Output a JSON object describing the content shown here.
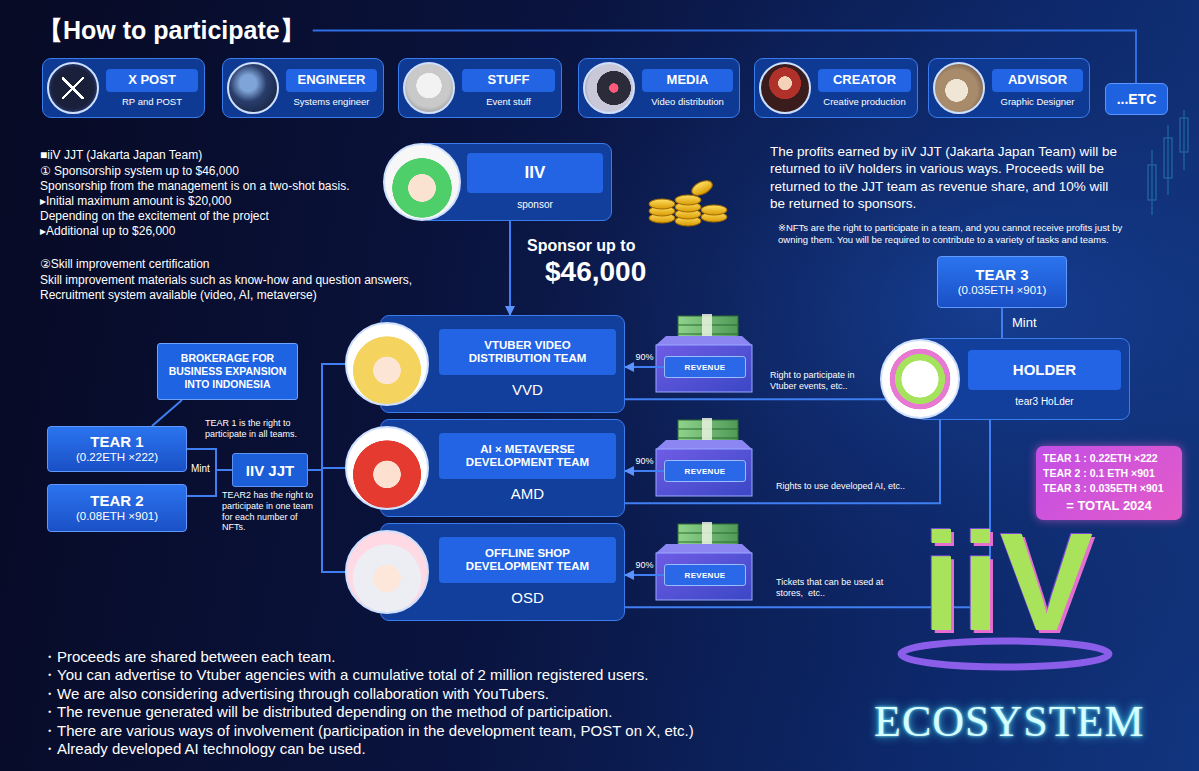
{
  "diagram": {
    "title": "【How to participate】",
    "nodes": [
      {
        "text": [
          "X POST",
          "RP and POST"
        ]
      },
      {
        "text": [
          "ENGINEER",
          "Systems engineer"
        ]
      },
      {
        "text": [
          "STUFF",
          "Event stuff"
        ]
      },
      {
        "text": [
          "MEDIA",
          "Video distribution"
        ]
      },
      {
        "text": [
          "CREATOR",
          "Creative production"
        ]
      },
      {
        "text": [
          "ADVISOR",
          "Graphic Designer"
        ]
      },
      {
        "text": [
          "...ETC"
        ]
      },
      {
        "text": [
          "IIV",
          "sponsor"
        ]
      },
      {
        "text": [
          "TEAR 3",
          "(0.035ETH ×901)"
        ]
      },
      {
        "text": [
          "HOLDER",
          "tear3 HoLder"
        ]
      },
      {
        "text": [
          "BROKERAGE FOR BUSINESS EXPANSION INTO INDONESIA"
        ]
      },
      {
        "text": [
          "TEAR 1",
          "(0.22ETH ×222)"
        ]
      },
      {
        "text": [
          "TEAR 2",
          "(0.08ETH ×901)"
        ]
      },
      {
        "text": [
          "IIV JJT"
        ]
      },
      {
        "text": [
          "VTUBER VIDEO DISTRIBUTION TEAM",
          "VVD"
        ]
      },
      {
        "text": [
          "REVENUE"
        ]
      },
      {
        "text": [
          "AI × METAVERSE DEVELOPMENT TEAM",
          "AMD"
        ]
      },
      {
        "text": [
          "REVENUE"
        ]
      },
      {
        "text": [
          "OFFLINE SHOP DEVELOPMENT TEAM",
          "OSD"
        ]
      },
      {
        "text": [
          "REVENUE"
        ]
      },
      {
        "text": [
          "TEAR 1 : 0.22ETH ×222",
          "TEAR 2 : 0.1 ETH ×901",
          "TEAR 3 : 0.035ETH ×901",
          "= TOTAL 2024"
        ]
      }
    ],
    "edges": [
      {
        "from": 7,
        "to": 14,
        "arrow": "to"
      },
      {
        "from": 11,
        "to": 13,
        "arrow": "none"
      },
      {
        "from": 12,
        "to": 13,
        "arrow": "none"
      },
      {
        "from": 10,
        "to": 11,
        "arrow": "none"
      },
      {
        "from": 13,
        "to": 14,
        "arrow": "none"
      },
      {
        "from": 13,
        "to": 16,
        "arrow": "none"
      },
      {
        "from": 13,
        "to": 18,
        "arrow": "none"
      },
      {
        "from": 15,
        "to": 14,
        "label": "90%",
        "arrow": "to"
      },
      {
        "from": 17,
        "to": 16,
        "label": "90%",
        "arrow": "to"
      },
      {
        "from": 19,
        "to": 18,
        "label": "90%",
        "arrow": "to"
      },
      {
        "from": 14,
        "to": 9,
        "label": "Right to participate in Vtuber events, etc..",
        "arrow": "none"
      },
      {
        "from": 16,
        "to": 9,
        "label": "Rights to use developed AI, etc..",
        "arrow": "none"
      },
      {
        "from": 18,
        "to": 9,
        "label": "Tickets that can be used at stores,  etc..",
        "arrow": "none"
      },
      {
        "from": 8,
        "to": 9,
        "label": "Mint",
        "arrow": "none"
      }
    ],
    "labels": [
      "■iiV JJT (Jakarta Japan Team)",
      "① Sponsorship system up to $46,000",
      "Sponsorship from the management is on a two-shot basis.",
      "▸Initial maximum amount is $20,000",
      "Depending on the excitement of the project",
      "▸Additional up to $26,000",
      "②Skill improvement certification",
      "Skill improvement materials such as know-how and question answers,",
      "Recruitment system available (video, AI, metaverse)",
      "Sponsor up to",
      "$46,000",
      "The profits earned by iiV JJT (Jakarta Japan Team) will be returned to iiV holders in various ways. Proceeds will be returned to the JJT team as revenue share, and 10% will be returned to sponsors.",
      "※NFTs are the right to participate in a team, and you cannot receive profits just by owning them. You will be required to contribute to a variety of tasks and teams.",
      "TEAR 1 is the right to participate in all teams.",
      "TEAR2 has the right to participate in one team for each number of NFTs.",
      "Mint",
      "・Proceeds are shared between each team.",
      "・You can advertise to Vtuber agencies with a cumulative total of 2 million registered users.",
      "・We are also considering advertising through collaboration with YouTubers.",
      "・The revenue generated will be distributed depending on the method of participation.",
      "・There are various ways of involvement (participation in the development team, POST on X, etc.)",
      "・Already developed AI technology can be used.",
      "iiV",
      "ECOSYSTEM"
    ]
  }
}
